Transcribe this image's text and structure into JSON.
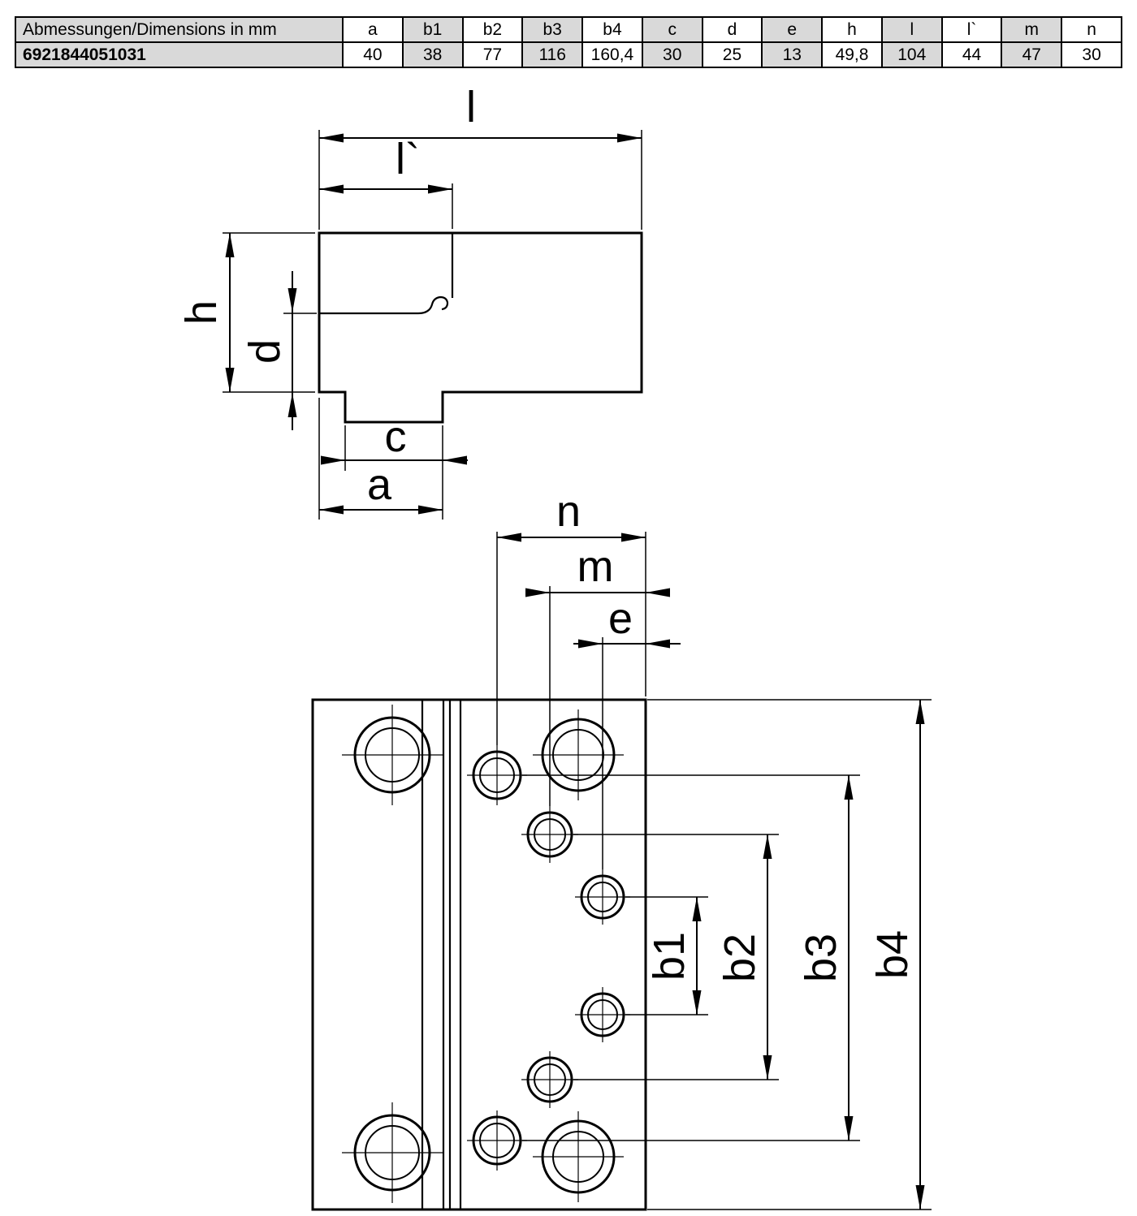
{
  "table": {
    "dimension_label": "Abmessungen/Dimensions in mm",
    "part_number": "6921844051031",
    "columns": [
      "a",
      "b1",
      "b2",
      "b3",
      "b4",
      "c",
      "d",
      "e",
      "h",
      "l",
      "l`",
      "m",
      "n"
    ],
    "values": [
      "40",
      "38",
      "77",
      "116",
      "160,4",
      "30",
      "25",
      "13",
      "49,8",
      "104",
      "44",
      "47",
      "30"
    ]
  },
  "drawing": {
    "side_view": {
      "labels": {
        "l": "l",
        "l_prime": "l`",
        "h": "h",
        "d": "d",
        "c": "c",
        "a": "a"
      }
    },
    "front_view": {
      "labels": {
        "n": "n",
        "m": "m",
        "e": "e",
        "b1": "b1",
        "b2": "b2",
        "b3": "b3",
        "b4": "b4"
      }
    }
  },
  "colors": {
    "cell_shaded": "#d9d9d9",
    "line": "#000000",
    "background": "#ffffff"
  }
}
